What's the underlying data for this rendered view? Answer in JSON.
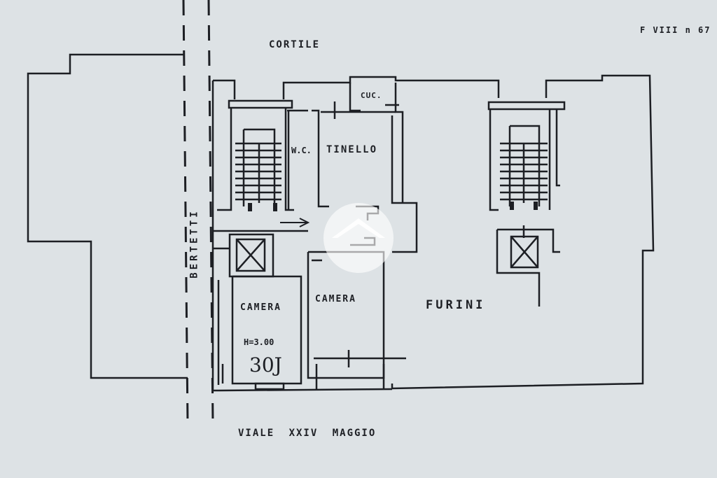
{
  "sheet_ref": "F VIII n 67",
  "courtyard": "CORTILE",
  "street_side": "BERTETTI",
  "street_bottom": "VIALE XXIV MAGGIO",
  "rooms": {
    "kitchen": "CUC.",
    "wc": "W.C.",
    "dining": "TINELLO",
    "bedroom_left": "CAMERA",
    "bedroom_right": "CAMERA",
    "outside": "FURINI"
  },
  "ceiling_height": "H=3.00",
  "unit_number": "30J",
  "colors": {
    "paper": "#dde2e5",
    "ink": "#1d1f24"
  },
  "icons": [
    "stair-icon",
    "lift-icon",
    "door-swing-icon",
    "entrance-arrow-icon",
    "watermark-logo-icon"
  ]
}
